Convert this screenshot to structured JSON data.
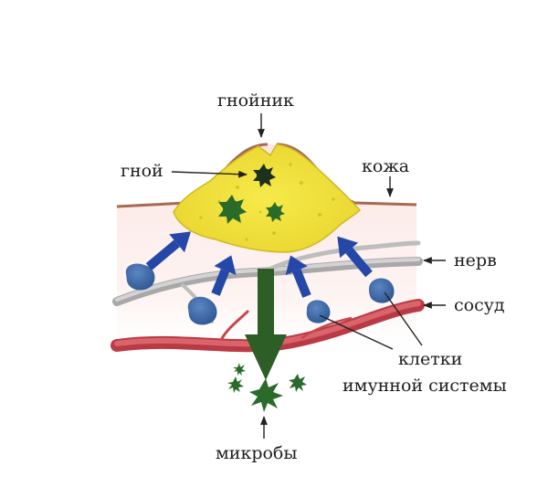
{
  "labels": {
    "abscess": "гнойник",
    "pus": "гной",
    "skin": "кожа",
    "nerve": "нерв",
    "vessel": "сосуд",
    "immune_cells_line1": "клетки",
    "immune_cells_line2": "имунной системы",
    "microbes": "микробы"
  },
  "colors": {
    "skin_line": "#a66a50",
    "tissue": "#fbe6e3",
    "pus": "#f2e338",
    "pus_shade": "#d8c52a",
    "microbe": "#2a6b2a",
    "microbe_dark": "#1d2f1d",
    "immune_cell": "#3d6aa8",
    "arrow_blue": "#2548a8",
    "arrow_green": "#2d5e25",
    "nerve": "#b9b9b9",
    "vessel": "#c8454d",
    "text": "#1e1e1e"
  }
}
